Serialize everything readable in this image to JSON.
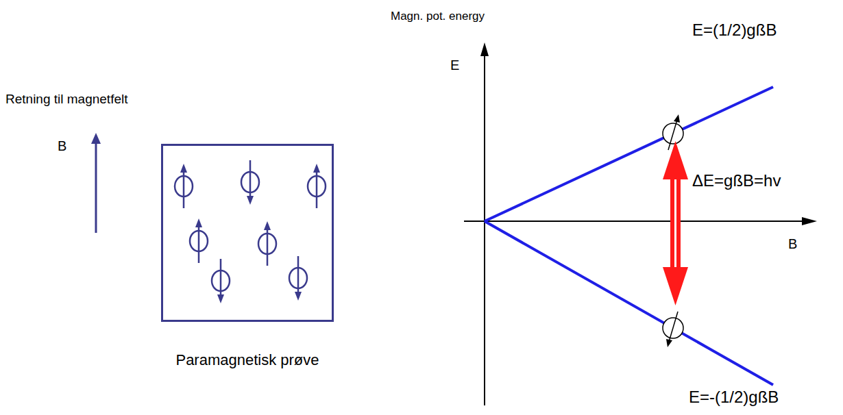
{
  "diagram": {
    "nodes": [
      {
        "text": [
          "Paramagnetisk prøve"
        ]
      }
    ],
    "labels": [
      "Retning til magnetfelt",
      "B",
      "Magn. pot. energy",
      "E=(1/2)gßB",
      "E",
      "ΔE=gßB=hv",
      "B",
      "E=-(1/2)gßB"
    ]
  }
}
